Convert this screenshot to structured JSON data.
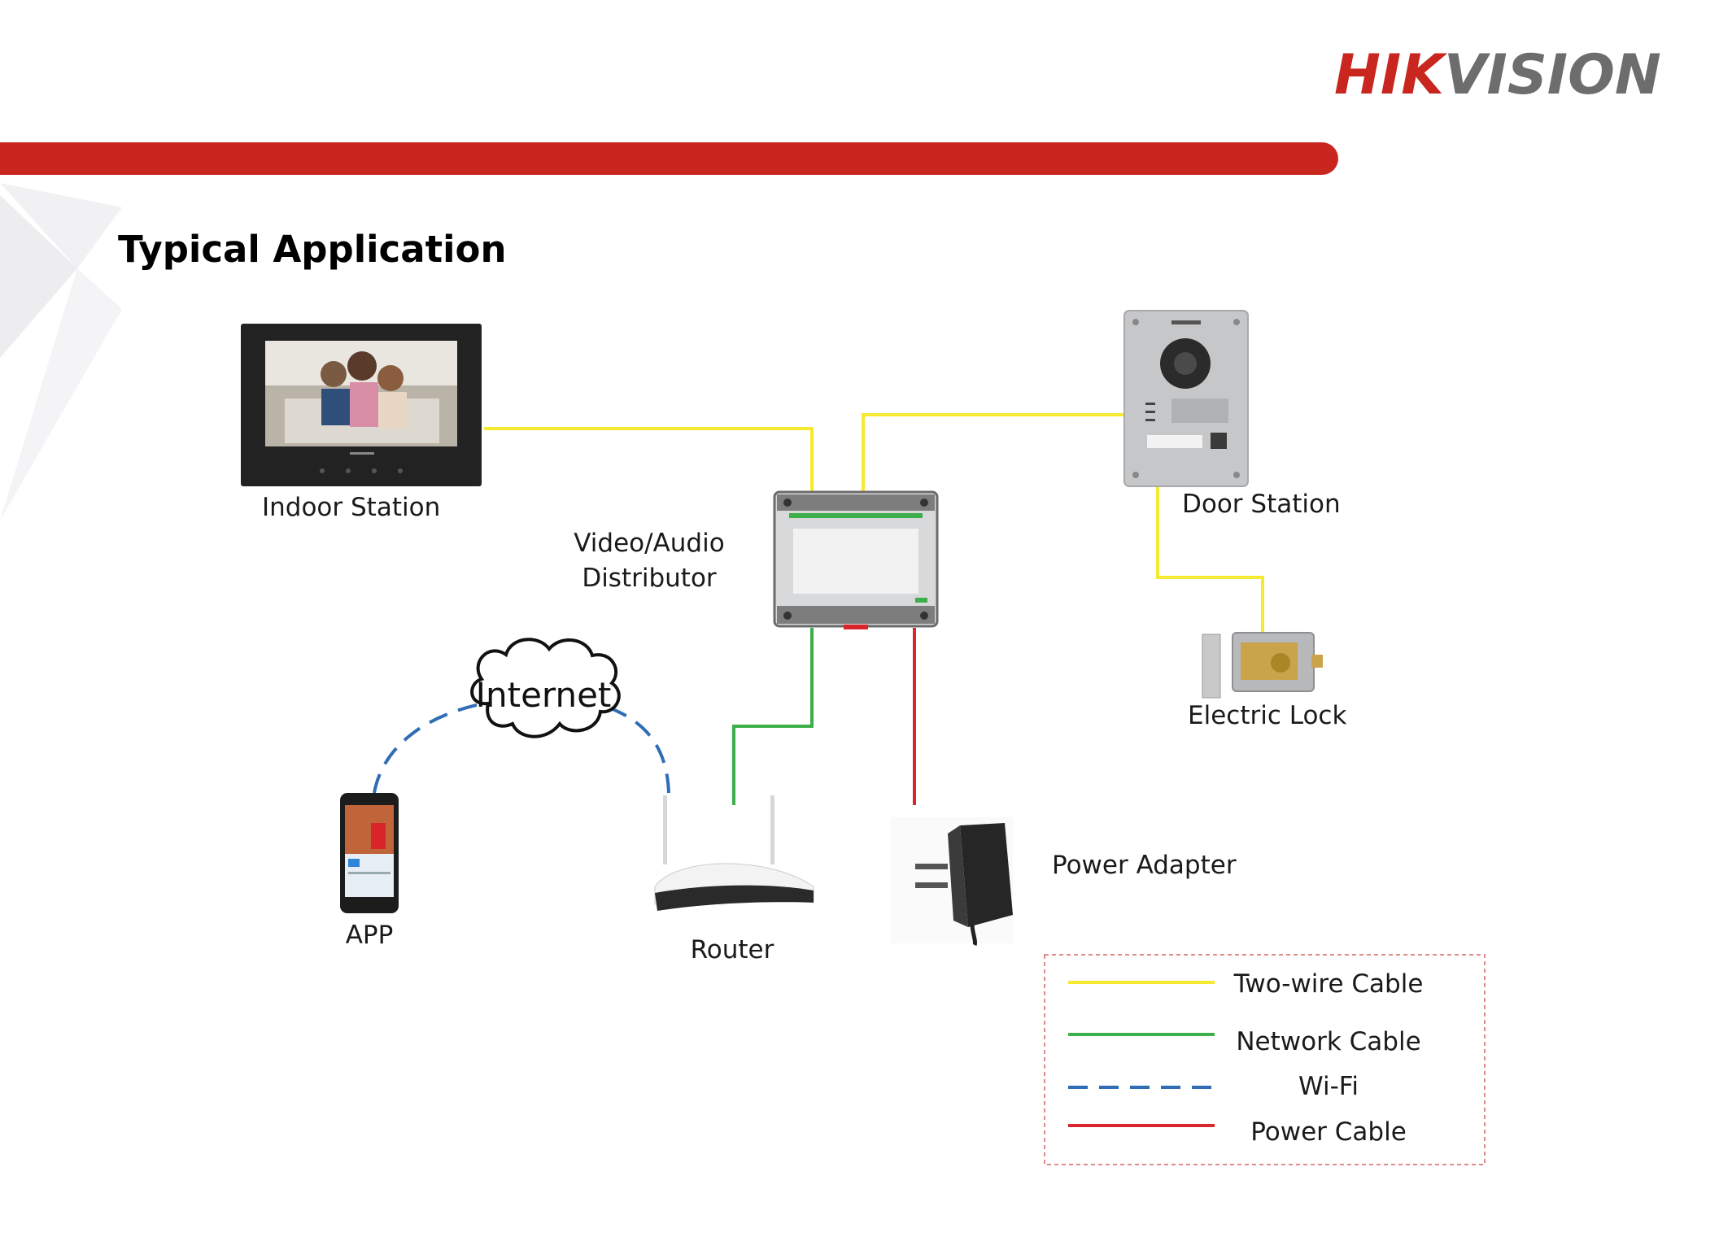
{
  "brand": {
    "logo_text_red": "HIK",
    "logo_text_gray": "VISION",
    "logo_mark": "®",
    "accent_color": "#c8261e",
    "logo_gray_color": "#6d6d6d"
  },
  "header": {
    "title": "Typical Application"
  },
  "devices": {
    "indoor_station": {
      "label": "Indoor Station",
      "icon": "indoor-monitor-icon"
    },
    "door_station": {
      "label": "Door Station",
      "icon": "door-station-icon"
    },
    "distributor": {
      "label_line1": "Video/Audio",
      "label_line2": "Distributor",
      "icon": "distributor-icon"
    },
    "electric_lock": {
      "label": "Electric Lock",
      "icon": "electric-lock-icon"
    },
    "internet": {
      "label": "Internet",
      "icon": "cloud-icon"
    },
    "app": {
      "label": "APP",
      "icon": "smartphone-icon"
    },
    "router": {
      "label": "Router",
      "icon": "router-icon"
    },
    "power_adapter": {
      "label": "Power Adapter",
      "icon": "power-adapter-icon"
    }
  },
  "legend": {
    "items": [
      {
        "label": "Two-wire Cable",
        "color": "#f5ea2f",
        "style": "solid"
      },
      {
        "label": "Network Cable",
        "color": "#3daf4a",
        "style": "solid"
      },
      {
        "label": "Wi-Fi",
        "color": "#2f6db5",
        "style": "dashed"
      },
      {
        "label": "Power Cable",
        "color": "#d9262a",
        "style": "solid"
      }
    ]
  }
}
